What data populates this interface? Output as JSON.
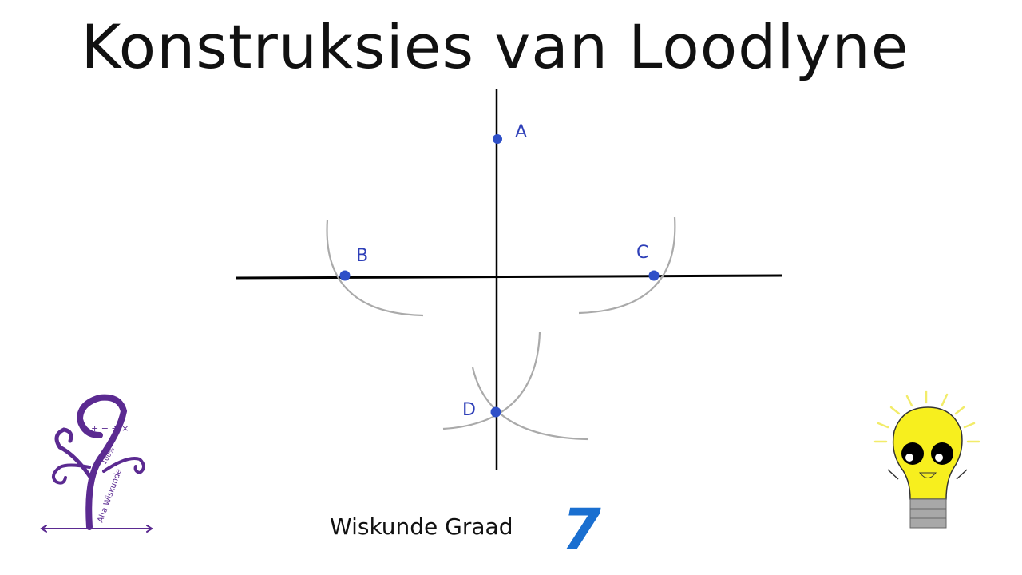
{
  "title": "Konstruksies van Loodlyne",
  "points": {
    "A": "A",
    "B": "B",
    "C": "C",
    "D": "D"
  },
  "footer": {
    "text": "Wiskunde Graad",
    "grade": "7"
  },
  "logo": {
    "text": "Aha Wiskunde",
    "percent": "100%",
    "symbols": "+ − ÷ ×"
  },
  "colors": {
    "point": "#2e4fc8",
    "label": "#2e3fb8",
    "arc": "#aaaaaa",
    "logo": "#5b2a91",
    "grade": "#1a6fd0",
    "bulb": "#f7ef1e"
  }
}
